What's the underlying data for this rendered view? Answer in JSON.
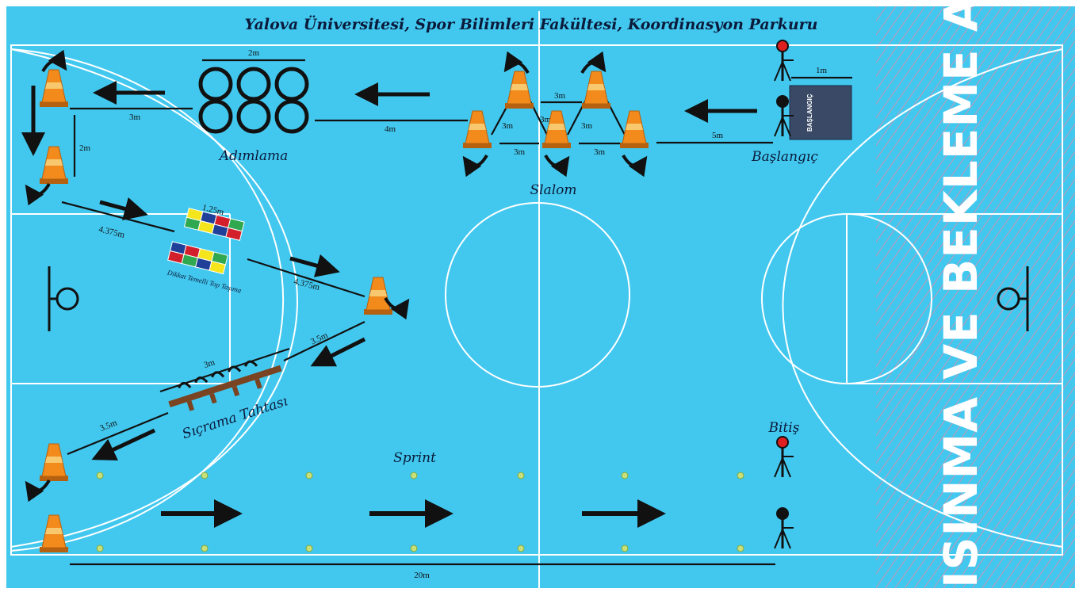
{
  "title": "Yalova Üniversitesi, Spor Bilimleri Fakültesi, Koordinasyon Parkuru",
  "colors": {
    "court": "#42c8ef",
    "line": "#ffffff",
    "cone": "#f28a1c",
    "box": "#3a4a66",
    "stripes": "#e58aa6",
    "marker": "#c8e07a",
    "hurdle": "#7a4422"
  },
  "stations": {
    "baslangic": "Başlangıç",
    "slalom": "Slalom",
    "adimlama": "Adımlama",
    "sicrama": "Sıçrama Tahtası",
    "sprint": "Sprint",
    "bitis": "Bitiş",
    "top": "Dikkat Temelli Top Taşıma"
  },
  "measures": {
    "m1": "1m",
    "m5": "5m",
    "m4": "4m",
    "m3a": "3m",
    "m2a": "2m",
    "m2b": "2m",
    "m3b": "3m",
    "m3c": "3m",
    "m3d": "3m",
    "m3e": "3m",
    "m3f": "3m",
    "m3g": "3m",
    "m4375a": "4.375m",
    "m4375b": "4.375m",
    "m125": "1.25m",
    "m35a": "3.5m",
    "m35b": "3.5m",
    "m3h": "3m",
    "m20": "20m"
  },
  "warmup_text": "ISINMA VE BEKLEME ALANI",
  "box_text": "BAŞLANGIÇ",
  "icons": [
    "cone-icon",
    "curved-arrow-icon",
    "straight-arrow-icon",
    "timing-gate-icon",
    "basketball-hoop-icon",
    "hurdle-icon",
    "agility-ladder-icon",
    "color-mat-icon",
    "marker-dot-icon"
  ]
}
